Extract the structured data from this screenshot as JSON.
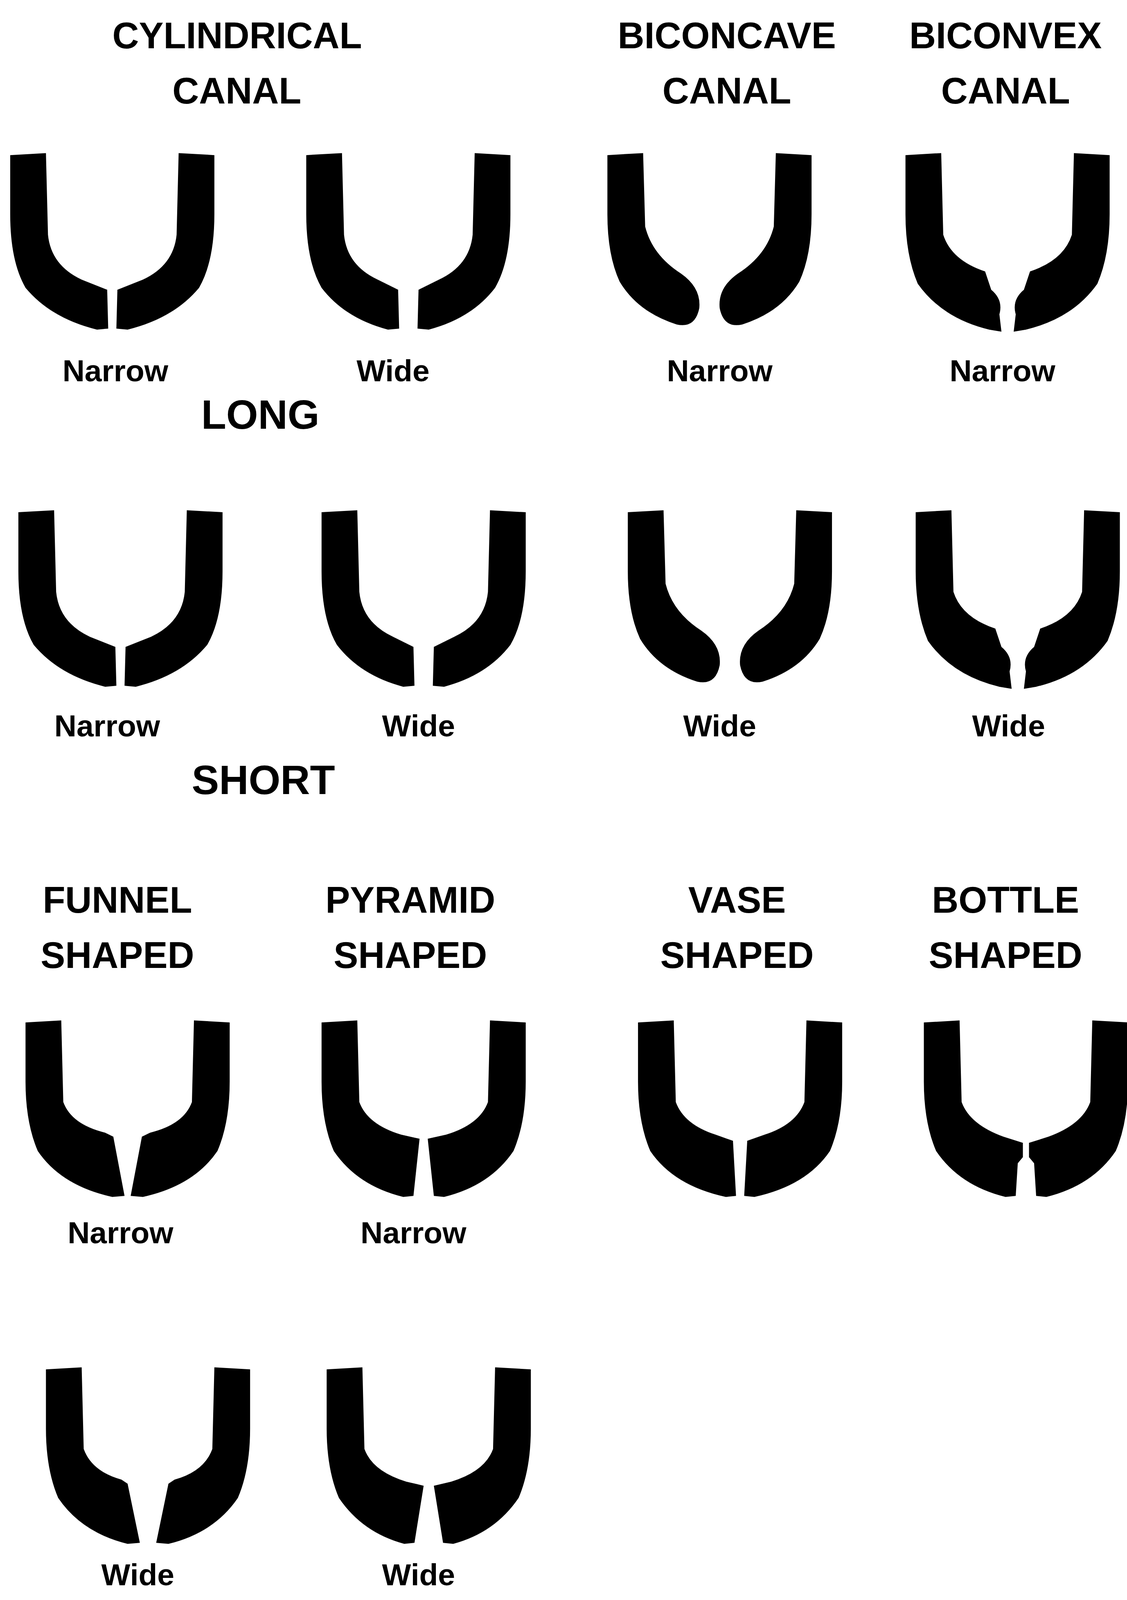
{
  "diagram": {
    "labels": [
      "CYLINDRICAL CANAL",
      "BICONCAVE CANAL",
      "BICONVEX CANAL",
      "Narrow",
      "Wide",
      "Narrow",
      "Narrow",
      "LONG",
      "Narrow",
      "Wide",
      "Wide",
      "Wide",
      "SHORT",
      "FUNNEL SHAPED",
      "PYRAMID SHAPED",
      "VASE SHAPED",
      "BOTTLE SHAPED",
      "Narrow",
      "Narrow",
      "Wide",
      "Wide"
    ]
  }
}
